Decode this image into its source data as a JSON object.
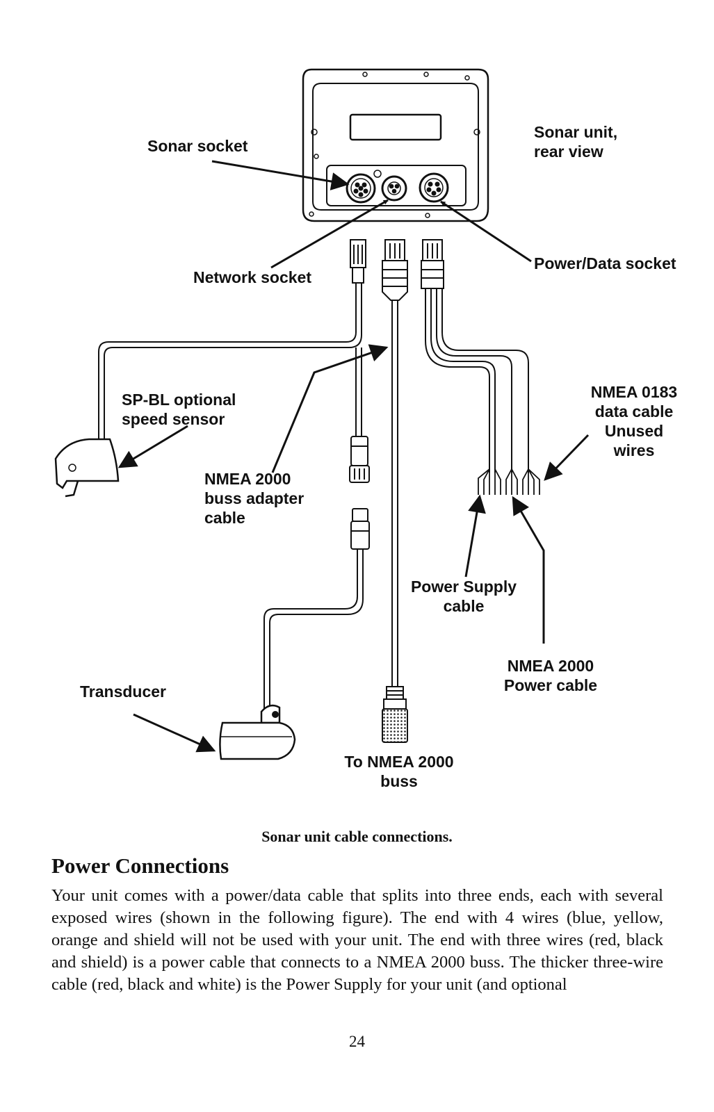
{
  "diagram": {
    "labels": {
      "sonar_socket": "Sonar socket",
      "sonar_unit_line1": "Sonar unit,",
      "sonar_unit_line2": "rear view",
      "network_socket": "Network socket",
      "power_data_socket": "Power/Data socket",
      "spbl_line1": "SP-BL optional",
      "spbl_line2": "speed sensor",
      "nmea2000_adapter_line1": "NMEA 2000",
      "nmea2000_adapter_line2": "buss adapter",
      "nmea2000_adapter_line3": "cable",
      "nmea0183_line1": "NMEA 0183",
      "nmea0183_line2": "data cable",
      "nmea0183_line3": "Unused",
      "nmea0183_line4": "wires",
      "power_supply_line1": "Power Supply",
      "power_supply_line2": "cable",
      "nmea2000_power_line1": "NMEA 2000",
      "nmea2000_power_line2": "Power cable",
      "transducer": "Transducer",
      "to_nmea_line1": "To NMEA 2000",
      "to_nmea_line2": "buss"
    }
  },
  "caption": "Sonar unit cable connections.",
  "section": {
    "heading": "Power Connections",
    "body": "Your unit comes with a power/data cable that splits into three ends, each with several exposed wires (shown in the following figure). The end with 4 wires (blue, yellow, orange and shield will not be used with your unit. The end with three wires (red, black and shield) is a power cable that connects to a NMEA 2000 buss. The thicker three-wire cable (red, black and white) is the Power Supply for your unit (and optional"
  },
  "page_number": "24"
}
